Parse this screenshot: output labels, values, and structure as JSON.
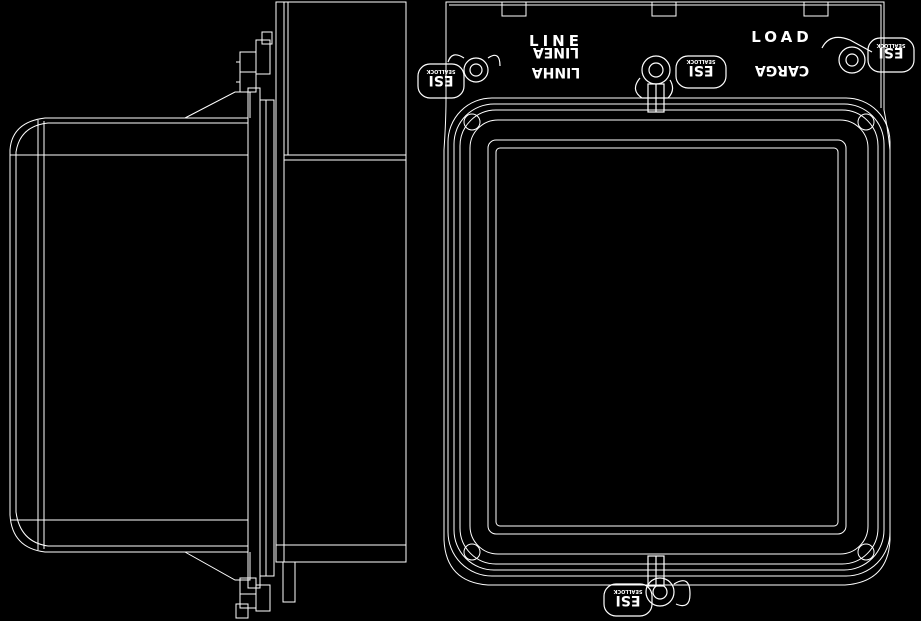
{
  "colors": {
    "background": "#000000",
    "stroke": "#ffffff"
  },
  "labels": {
    "line": "LINE",
    "linea": "LINEA",
    "linha": "LINHA",
    "load": "LOAD",
    "carga": "CARGA"
  },
  "seals": {
    "code": "ESI",
    "sub": "SEALLOCK"
  }
}
